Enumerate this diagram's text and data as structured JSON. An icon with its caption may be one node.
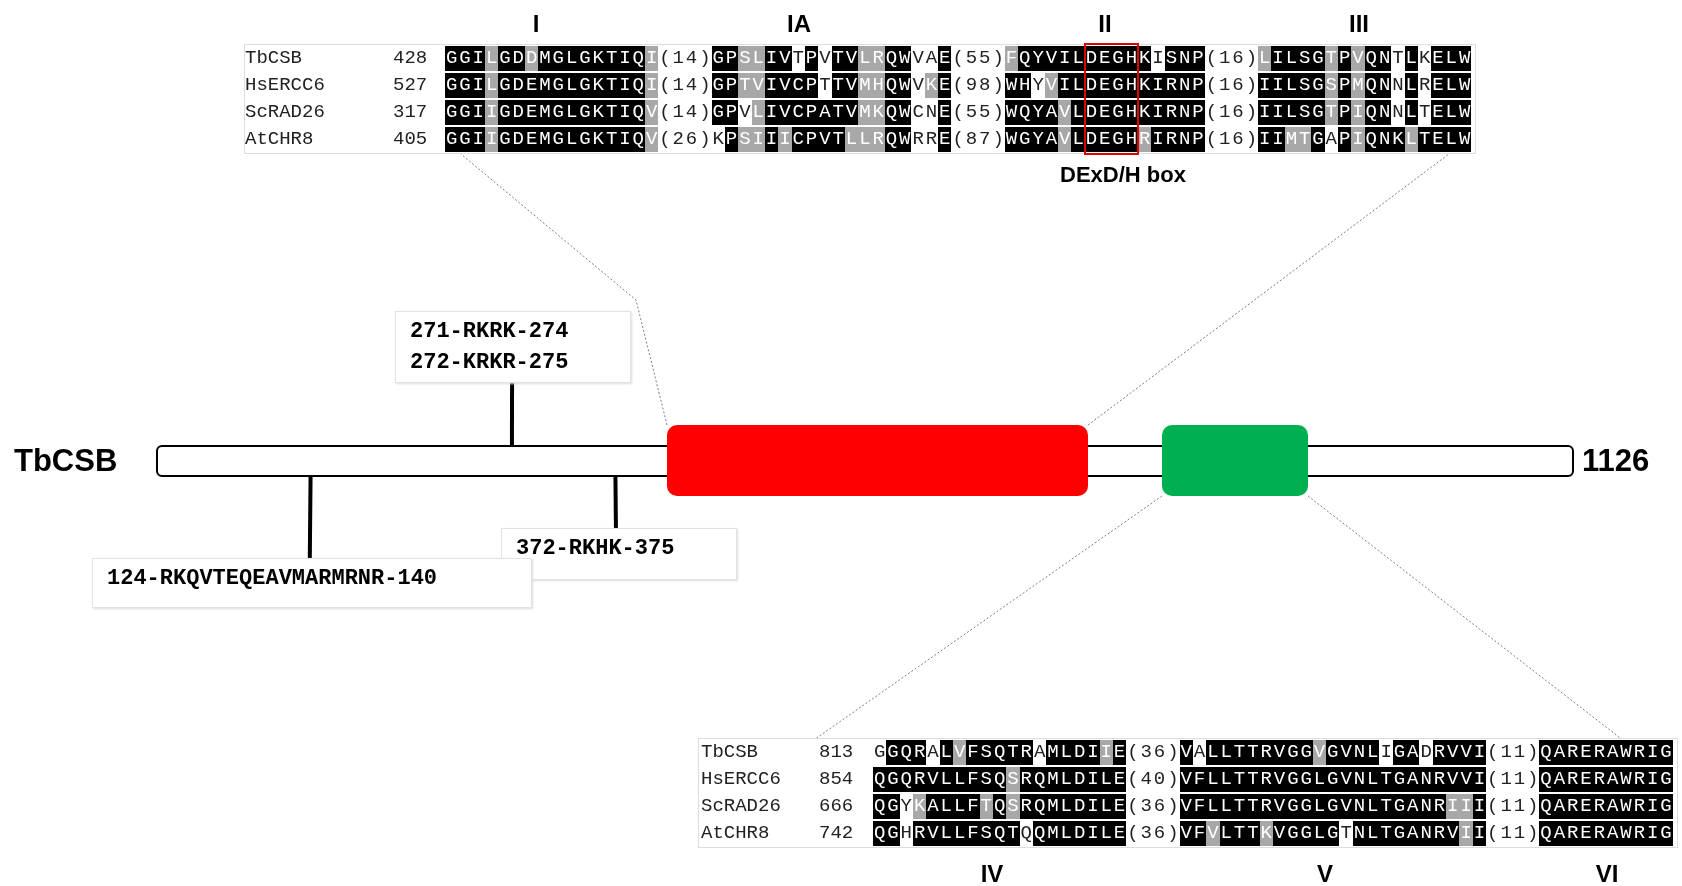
{
  "diagram": {
    "nodes": [
      {
        "text": [],
        "shape": "bar",
        "beside": [
          "TbCSB",
          "1126"
        ]
      },
      {
        "text": [],
        "shape": "box"
      },
      {
        "text": [],
        "shape": "box"
      },
      {
        "text": [
          "271-RKRK-274",
          "272-KRKR-275"
        ]
      },
      {
        "text": [
          "372-RKHK-375"
        ]
      },
      {
        "text": [
          "124-RKQVTEQEAVMARMRNR-140"
        ]
      },
      {
        "text": [],
        "shape": "box"
      },
      {
        "text": [],
        "shape": "box"
      }
    ],
    "edges": [
      {
        "from": 3,
        "to": 0,
        "arrow": "none",
        "style": "thick",
        "color": "#000000"
      },
      {
        "from": 4,
        "to": 0,
        "arrow": "none",
        "style": "thick",
        "color": "#000000"
      },
      {
        "from": 5,
        "to": 0,
        "arrow": "none",
        "style": "thick",
        "color": "#000000"
      },
      {
        "from": 1,
        "to": 6,
        "arrow": "none",
        "style": "dashed"
      },
      {
        "from": 1,
        "to": 6,
        "arrow": "none",
        "style": "dashed"
      },
      {
        "from": 2,
        "to": 7,
        "arrow": "none",
        "style": "dashed"
      },
      {
        "from": 2,
        "to": 7,
        "arrow": "none",
        "style": "dashed"
      }
    ],
    "labels": [
      "I",
      "IA",
      "II",
      "III",
      "TbCSB",
      "428",
      "GGILGDDMGLGKTIQI(14)GPSLIVTPVTVLRQWVAE(55)FQYVILDEGHKISNP(16)LILSGTPVQNTLKELW",
      "HsERCC6",
      "527",
      "GGILGDEMGLGKTIQI(14)GPTVIVCPTTVMHQWVKE(98)WHYVILDEGHKIRNP(16)IILSGSPMQNNLRELW",
      "ScRAD26",
      "317",
      "GGIIGDEMGLGKTIQV(14)GPVLIVCPATVMKQWCNE(55)WQYAVLDEGHKIRNP(16)IILSGTPIQNNLTELW",
      "AtCHR8",
      "405",
      "GGIIGDEMGLGKTIQV(26)KPSIIICPVTLLRQWRRE(87)WGYAVLDEGHRIRNP(16)IIMTGAPIQNKLTELW",
      "DExD/H box",
      "TbCSB",
      "813",
      "GGQRALVFSQTRAMLDIIE(36)VALLTTRVGGVGVNLIGADRVVI(11)QARERAWRIG",
      "HsERCC6",
      "854",
      "QGQRVLLFSQSRQMLDILE(40)VFLLTTRVGGLGVNLTGANRVVI(11)QARERAWRIG",
      "ScRAD26",
      "666",
      "QGYKALLFTQSRQMLDILE(36)VFLLTTRVGGLGVNLTGANRIII(11)QARERAWRIG",
      "AtCHR8",
      "742",
      "QGHRVLLFSQTQQMLDILE(36)VFVLTTKVGGLGTNLTGANRVII(11)QARERAWRIG",
      "IV",
      "V",
      "VI"
    ]
  }
}
